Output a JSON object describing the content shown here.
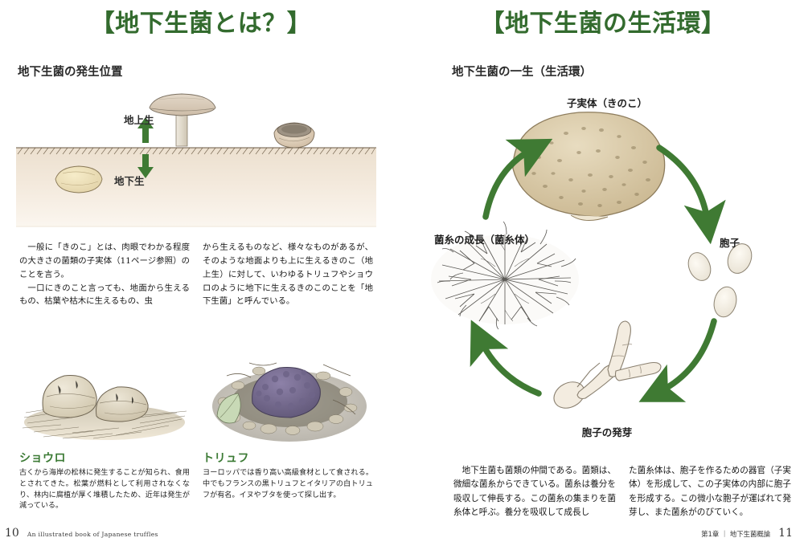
{
  "colors": {
    "title_green": "#336b2e",
    "caption_green": "#3b7a34",
    "arrow_green": "#3f7a33",
    "soil": "#f1e5d6",
    "ink": "#1a1a1a"
  },
  "left_page": {
    "title": "【地下生菌とは？】",
    "section_label": "地下生菌の発生位置",
    "diagram": {
      "label_above_ground": "地上生",
      "label_below_ground": "地下生"
    },
    "body_columns": [
      "一般に「きのこ」とは、肉眼でわかる程度の大きさの菌類の子実体（11ページ参照）のことを言う。",
      "一口にきのこと言っても、地面から生えるもの、枯葉や枯木に生えるもの、虫",
      "から生えるものなど、様々なものがあるが、そのような地面よりも上に生えるきのこ（地上生）に対して、いわゆるトリュフやショウロのように地下に生えるきのこのことを「地下生菌」と呼んでいる。"
    ],
    "photos": [
      {
        "title": "ショウロ",
        "caption": "古くから海岸の松林に発生することが知られ、食用とされてきた。松葉が燃料として利用されなくなり、林内に腐植が厚く堆積したため、近年は発生が減っている。"
      },
      {
        "title": "トリュフ",
        "caption": "ヨーロッパでは香り高い高級食材として食される。中でもフランスの黒トリュフとイタリアの白トリュフが有名。イヌやブタを使って探し出す。"
      }
    ],
    "footer": {
      "page_number": "10",
      "running_head": "An illustrated book of Japanese truffles"
    }
  },
  "right_page": {
    "title": "【地下生菌の生活環】",
    "section_label": "地下生菌の一生（生活環）",
    "cycle_labels": {
      "fruit_body": "子実体（きのこ）",
      "spore": "胞子",
      "spore_germination": "胞子の発芽",
      "mycelium_growth": "菌糸の成長（菌糸体）"
    },
    "body_columns": [
      "地下生菌も菌類の仲間である。菌類は、微細な菌糸からできている。菌糸は養分を吸収して伸長する。この菌糸の集まりを菌糸体と呼ぶ。養分を吸収して成長し",
      "た菌糸体は、胞子を作るための器官（子実体）を形成して、この子実体の内部に胞子を形成する。この微小な胞子が運ばれて発芽し、また菌糸がのびていく。"
    ],
    "footer": {
      "chapter": "第1章 ｜ 地下生菌概論",
      "page_number": "11"
    }
  }
}
